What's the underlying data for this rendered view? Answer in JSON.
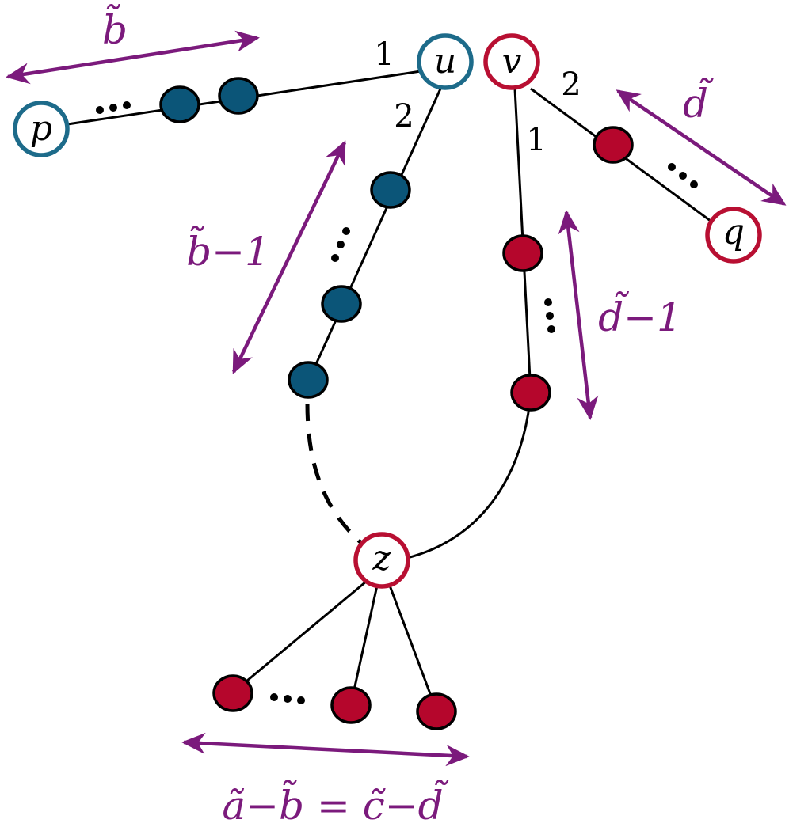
{
  "colors": {
    "blue_fill": "#0b5578",
    "red_fill": "#b5062c",
    "blue_stroke": "#1d6b8a",
    "red_stroke": "#b80f32",
    "arrow": "#7b1a7c",
    "edge": "#000000"
  },
  "nodes": {
    "p": "p",
    "u": "u",
    "v": "v",
    "q": "q",
    "z": "z"
  },
  "edge_labels": {
    "u_to_p_path": "1",
    "u_to_z_path": "2",
    "v_to_z_path": "1",
    "v_to_q_path": "2"
  },
  "dimension_labels": {
    "b": "b̃",
    "b_minus_1": "b̃−1",
    "d": "d̃",
    "d_minus_1": "d̃−1",
    "bottom_equation": "ã−b̃ = c̃−d̃"
  }
}
